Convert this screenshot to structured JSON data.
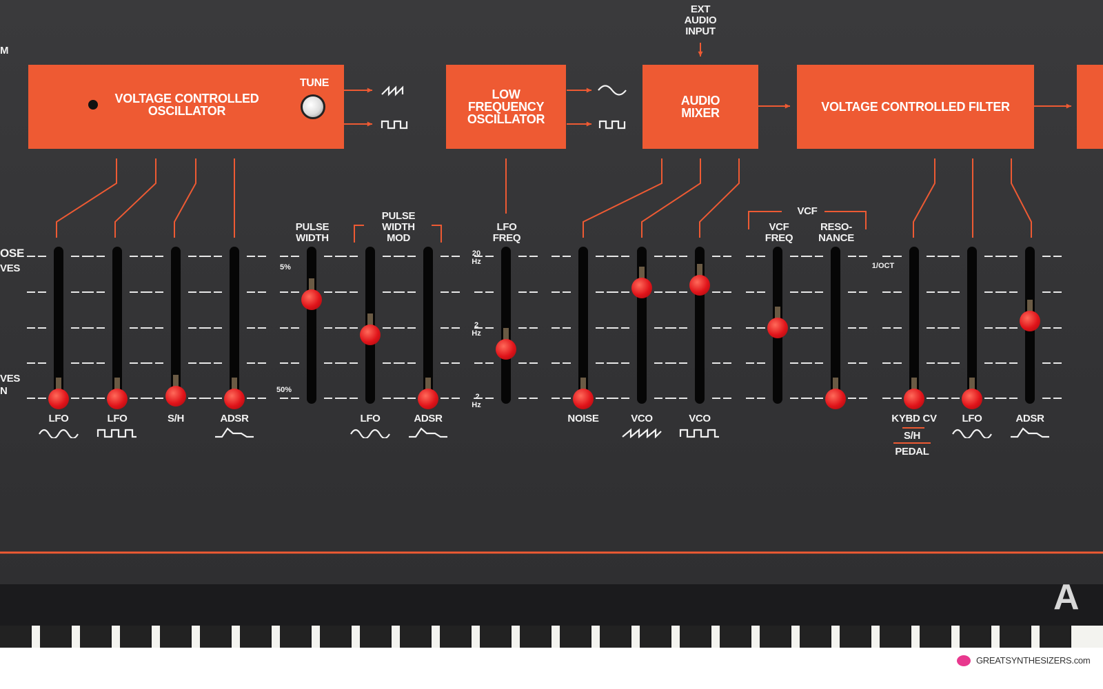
{
  "colors": {
    "panel": "#363638",
    "accent": "#ee5a33",
    "knob": "#e0141a",
    "text": "#f2f2f2"
  },
  "left_edge": {
    "top": "M",
    "mid1": "OSE",
    "mid2": "VES",
    "bot1": "VES",
    "bot2": "N"
  },
  "blocks": {
    "vco": "VOLTAGE CONTROLLED\nOSCILLATOR",
    "tune": "TUNE",
    "lfo": "LOW\nFREQUENCY\nOSCILLATOR",
    "mixer": "AUDIO\nMIXER",
    "vcf": "VOLTAGE CONTROLLED FILTER",
    "ext": "EXT\nAUDIO\nINPUT"
  },
  "headers": {
    "pw": "PULSE\nWIDTH",
    "pwm": "PULSE\nWIDTH\nMOD",
    "lfofreq": "LFO\nFREQ",
    "vcf_group": "VCF",
    "vcffreq": "VCF\nFREQ",
    "res": "RESO-\nNANCE"
  },
  "scale": {
    "pw_top": "5%",
    "pw_bot": "50%",
    "lfo_top": "20\nHz",
    "lfo_mid": "2\nHz",
    "lfo_bot": ".2\nHz",
    "oct": "1/OCT"
  },
  "sliders": [
    {
      "id": "vco-mod-lfo-sine",
      "label": "LFO",
      "icon": "sine-wave-icon",
      "level": 0.0
    },
    {
      "id": "vco-mod-lfo-square",
      "label": "LFO",
      "icon": "square-wave-icon",
      "level": 0.0
    },
    {
      "id": "vco-mod-sh",
      "label": "S/H",
      "icon": "",
      "level": 0.02
    },
    {
      "id": "vco-mod-adsr",
      "label": "ADSR",
      "icon": "envelope-icon",
      "level": 0.0
    },
    {
      "id": "pulse-width",
      "label": "",
      "icon": "",
      "level": 0.7
    },
    {
      "id": "pwm-lfo",
      "label": "LFO",
      "icon": "sine-wave-icon",
      "level": 0.45
    },
    {
      "id": "pwm-adsr",
      "label": "ADSR",
      "icon": "envelope-icon",
      "level": 0.0
    },
    {
      "id": "lfo-freq",
      "label": "",
      "icon": "",
      "level": 0.35
    },
    {
      "id": "mixer-noise",
      "label": "NOISE",
      "icon": "",
      "level": 0.0
    },
    {
      "id": "mixer-vco-saw",
      "label": "VCO",
      "icon": "sawtooth-wave-icon",
      "level": 0.78
    },
    {
      "id": "mixer-vco-square",
      "label": "VCO",
      "icon": "square-wave-icon",
      "level": 0.8
    },
    {
      "id": "vcf-freq",
      "label": "",
      "icon": "",
      "level": 0.5
    },
    {
      "id": "resonance",
      "label": "",
      "icon": "",
      "level": 0.0
    },
    {
      "id": "vcf-mod-kybd",
      "label": "KYBD CV",
      "icon": "",
      "level": 0.0
    },
    {
      "id": "vcf-mod-lfo",
      "label": "LFO",
      "icon": "sine-wave-icon",
      "level": 0.0
    },
    {
      "id": "vcf-mod-adsr",
      "label": "ADSR",
      "icon": "envelope-icon",
      "level": 0.55
    }
  ],
  "kybd_sub": {
    "sh": "S/H",
    "pedal": "PEDAL"
  },
  "logo_letter": "A",
  "watermark": "GREATSYNTHESIZERS.com"
}
